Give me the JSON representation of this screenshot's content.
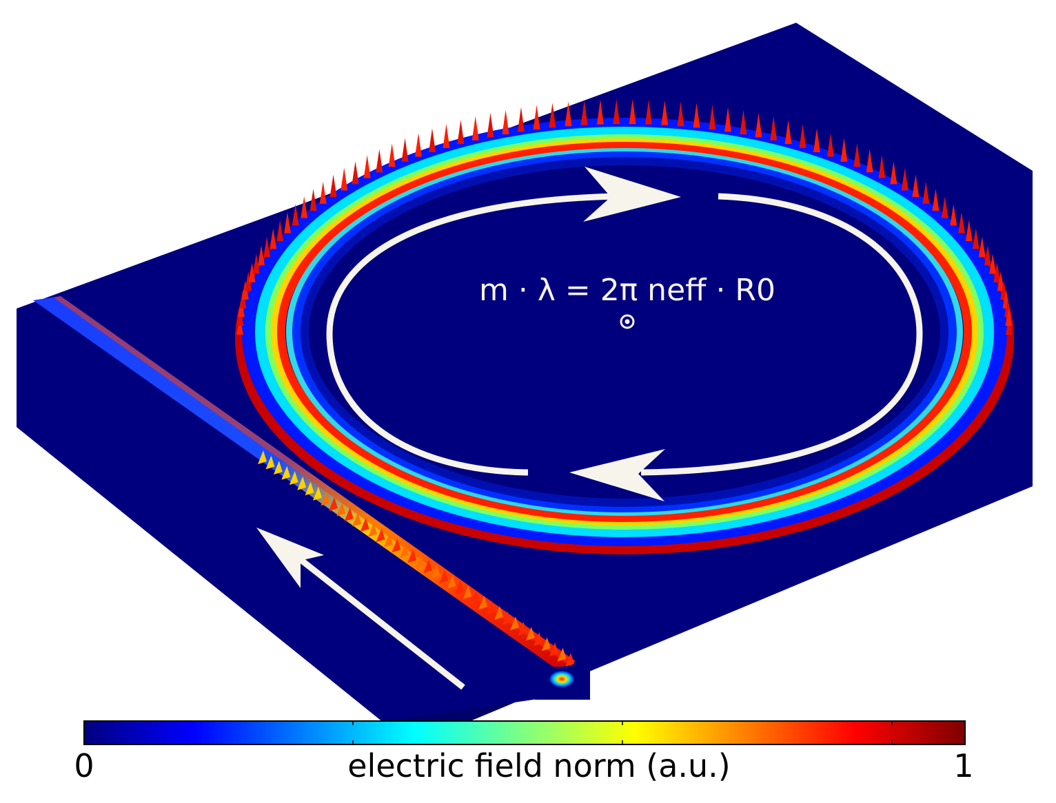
{
  "formula": "m · λ = 2π neff · R0",
  "colorbar": {
    "min_label": "0",
    "max_label": "1",
    "label": "electric field norm (a.u.)",
    "stops": [
      "#00007f",
      "#0000ff",
      "#0080ff",
      "#00ffff",
      "#80ff80",
      "#ffff00",
      "#ff8000",
      "#ff0000",
      "#7f0000"
    ]
  },
  "colors": {
    "substrate": "#00007f",
    "annotation": "#f7f4ec",
    "ring_outer": "#c80000",
    "ring_mid": "#ffb000",
    "ring_inner": "#40e0d0"
  },
  "icons": {
    "circulation_arrow_top": "arrow-right-icon",
    "circulation_arrow_bottom": "arrow-left-icon",
    "input_arrow": "arrow-up-left-icon",
    "center_marker": "circle-dot-icon"
  }
}
